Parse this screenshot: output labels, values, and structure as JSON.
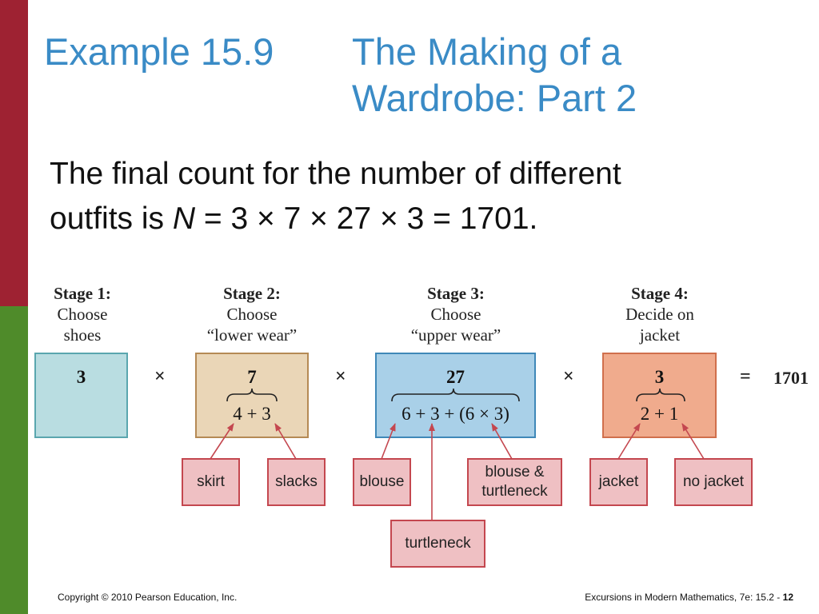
{
  "title": {
    "left": "Example 15.9",
    "right_line1": "The Making of a",
    "right_line2": "Wardrobe: Part 2"
  },
  "body": {
    "line1": "The final count for the number of different",
    "line2_prefix": "outfits is ",
    "line2_var": "N",
    "line2_rest": " = 3 × 7 × 27 × 3 = 1701."
  },
  "stages": [
    {
      "heading": "Stage 1:",
      "line1": "Choose",
      "line2": "shoes",
      "value": "3",
      "expr": "",
      "color": "#b9dde1"
    },
    {
      "heading": "Stage 2:",
      "line1": "Choose",
      "line2": "“lower wear”",
      "value": "7",
      "expr": "4 + 3",
      "color": "#ead6b7"
    },
    {
      "heading": "Stage 3:",
      "line1": "Choose",
      "line2": "“upper wear”",
      "value": "27",
      "expr": "6 + 3 + (6 × 3)",
      "color": "#a9d0e8"
    },
    {
      "heading": "Stage 4:",
      "line1": "Decide on",
      "line2": "jacket",
      "value": "3",
      "expr": "2 + 1",
      "color": "#f0ab8d"
    }
  ],
  "operators": {
    "times": "×",
    "equals": "=",
    "total": "1701"
  },
  "items": {
    "skirt": "skirt",
    "slacks": "slacks",
    "blouse": "blouse",
    "blouse_turtleneck_1": "blouse &",
    "blouse_turtleneck_2": "turtleneck",
    "turtleneck": "turtleneck",
    "jacket": "jacket",
    "no_jacket": "no jacket"
  },
  "footer": {
    "copyright": "Copyright © 2010 Pearson Education, Inc.",
    "source": "Excursions in Modern Mathematics, 7e: 15.2 - ",
    "page": "12"
  },
  "colors": {
    "title": "#3a8bc6",
    "bar_red": "#9e2232",
    "bar_green": "#4f8b2a",
    "item_fill": "#efc0c3",
    "item_border": "#c4474f"
  }
}
